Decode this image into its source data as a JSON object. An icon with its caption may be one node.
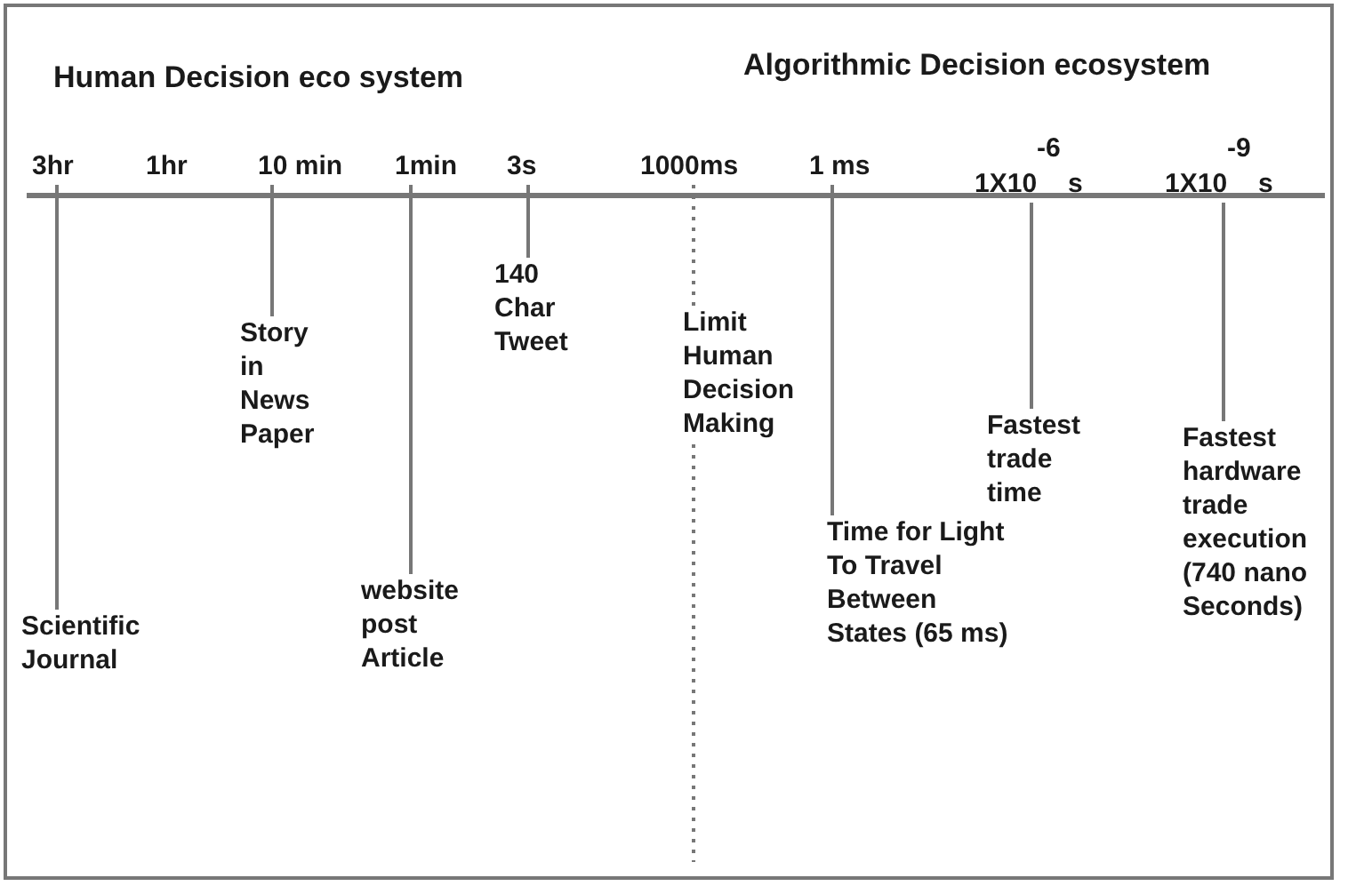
{
  "diagram": {
    "nodes": [
      {
        "text": [
          "3hr"
        ]
      },
      {
        "text": [
          "10 min"
        ]
      },
      {
        "text": [
          "1min"
        ]
      },
      {
        "text": [
          "3s"
        ]
      },
      {
        "text": [
          "1000ms"
        ]
      },
      {
        "text": [
          "1 ms"
        ]
      },
      {
        "text": [
          "1X10$^{-6}$ s"
        ]
      },
      {
        "text": [
          "1X10$^{-9}$ s"
        ]
      },
      {
        "text": [
          "Scientific Journal"
        ]
      },
      {
        "text": [
          "Story in News Paper"
        ]
      },
      {
        "text": [
          "website post Article"
        ]
      },
      {
        "text": [
          "140 Char Tweet"
        ]
      },
      {
        "text": [
          "Limit Human Decision Making"
        ]
      },
      {
        "text": [
          "Time for Light To Travel Between States (65 ms)"
        ]
      },
      {
        "text": [
          "Fastest trade time"
        ]
      },
      {
        "text": [
          "Fastest hardware trade execution (740 nano Seconds)"
        ]
      }
    ],
    "edges": [
      {
        "from": 0,
        "to": 8,
        "arrow": "none"
      },
      {
        "from": 1,
        "to": 9,
        "arrow": "none"
      },
      {
        "from": 2,
        "to": 10,
        "arrow": "none"
      },
      {
        "from": 3,
        "to": 11,
        "arrow": "none"
      },
      {
        "from": 4,
        "to": 12,
        "arrow": "none",
        "style": "dashed"
      },
      {
        "from": 5,
        "to": 13,
        "arrow": "none"
      },
      {
        "from": 6,
        "to": 14,
        "arrow": "none"
      },
      {
        "from": 7,
        "to": 15,
        "arrow": "none"
      }
    ],
    "labels": [
      "Human Decision eco system",
      "Algorithmic Decision ecosystem",
      "1hr"
    ]
  }
}
